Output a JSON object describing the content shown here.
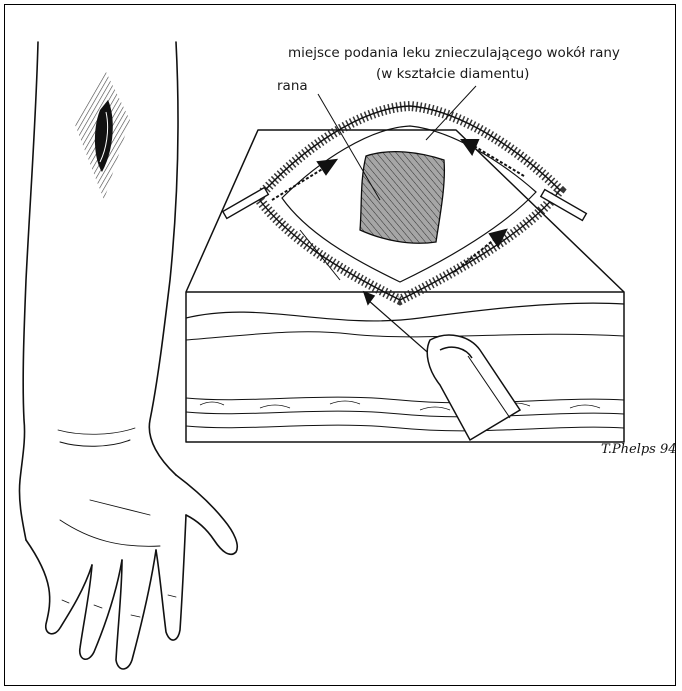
{
  "labels": {
    "anesthetic_site_line1": "miejsce podania leku znieczulającego wokół rany",
    "anesthetic_site_line2": "(w kształcie diamentu)",
    "wound": "rana"
  },
  "signature": "T.Phelps 94"
}
